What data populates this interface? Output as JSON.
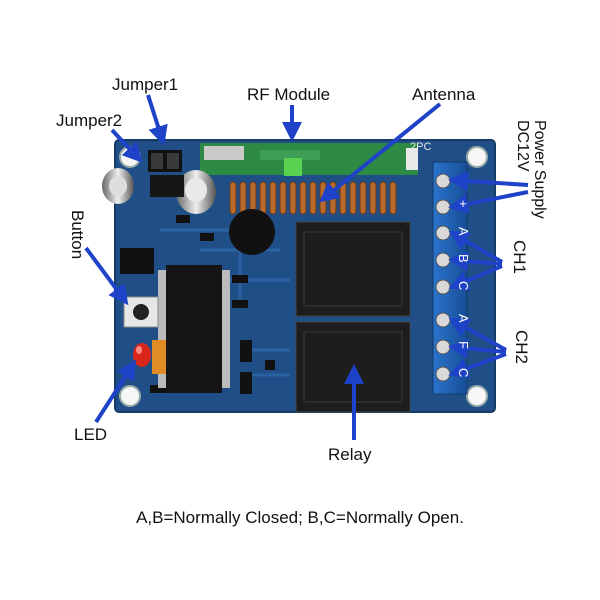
{
  "labels": {
    "jumper1": "Jumper1",
    "jumper2": "Jumper2",
    "rf_module": "RF Module",
    "antenna": "Antenna",
    "button": "Button",
    "led": "LED",
    "relay": "Relay",
    "power_supply_line1": "Power Supply",
    "power_supply_line2": "DC12V",
    "ch1": "CH1",
    "ch2": "CH2"
  },
  "board_marks": {
    "rf_code": "2PC",
    "terminal_plus": "+",
    "terminal_a1": "A",
    "terminal_b1": "B",
    "terminal_c1": "C",
    "terminal_a2": "A",
    "terminal_b2": "F",
    "terminal_c2": "C"
  },
  "caption": "A,B=Normally Closed; B,C=Normally Open.",
  "colors": {
    "pcb": "#1f4f86",
    "arrow": "#1e42c8",
    "relay": "#1d1d1d",
    "terminal": "#1f5fb0",
    "led": "#d8261c"
  }
}
